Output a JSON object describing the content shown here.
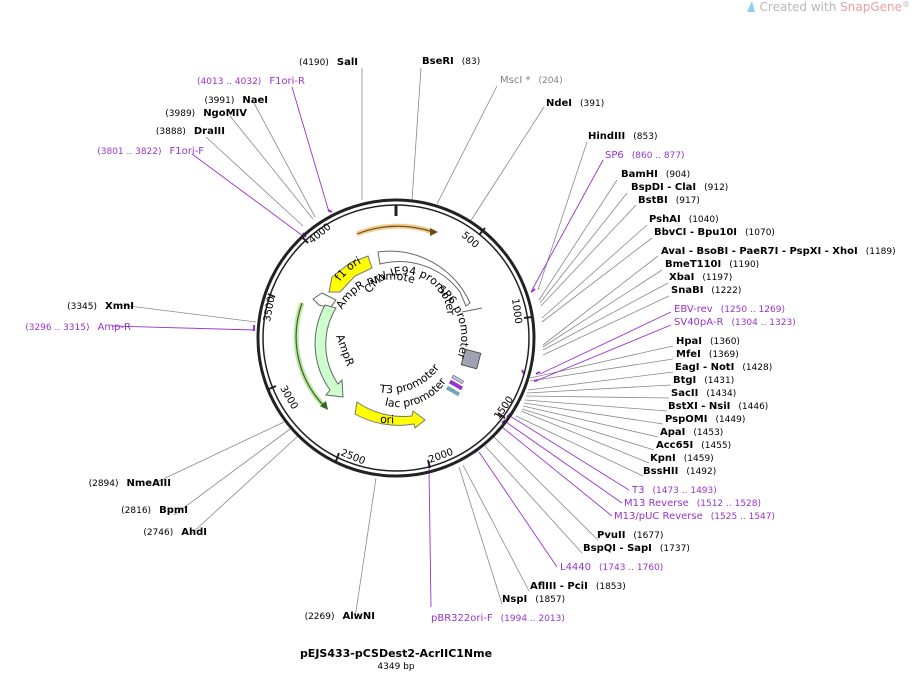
{
  "branding": {
    "prefix": "Created with ",
    "brand": "SnapGene",
    "mark": "®"
  },
  "plasmid": {
    "name": "pEJS433-pCSDest2-AcrIIC1Nme",
    "size_label": "4349 bp",
    "total_bp": 4349
  },
  "ring_ticks": [
    "500",
    "1000",
    "1500",
    "2000",
    "2500",
    "3000",
    "3500",
    "4000"
  ],
  "site_labels": [
    {
      "name": "SalI",
      "pos": "(4190)",
      "kind": "enzyme"
    },
    {
      "name": "BseRI",
      "pos": "(83)",
      "kind": "enzyme"
    },
    {
      "name": "MscI *",
      "pos": "(204)",
      "kind": "gray"
    },
    {
      "name": "NdeI",
      "pos": "(391)",
      "kind": "enzyme"
    },
    {
      "name": "HindIII",
      "pos": "(853)",
      "kind": "enzyme"
    },
    {
      "name": "SP6",
      "pos": "(860 .. 877)",
      "kind": "primer"
    },
    {
      "name": "BamHI",
      "pos": "(904)",
      "kind": "enzyme"
    },
    {
      "name": "BspDI  - ClaI",
      "pos": "(912)",
      "kind": "enzyme"
    },
    {
      "name": "BstBI",
      "pos": "(917)",
      "kind": "enzyme"
    },
    {
      "name": "PshAI",
      "pos": "(1040)",
      "kind": "enzyme"
    },
    {
      "name": "BbvCI  - Bpu10I",
      "pos": "(1070)",
      "kind": "enzyme"
    },
    {
      "name": "AvaI  - BsoBI  - PaeR7I  - PspXI  - XhoI",
      "pos": "(1189)",
      "kind": "enzyme"
    },
    {
      "name": "BmeT110I",
      "pos": "(1190)",
      "kind": "enzyme"
    },
    {
      "name": "XbaI",
      "pos": "(1197)",
      "kind": "enzyme"
    },
    {
      "name": "SnaBI",
      "pos": "(1222)",
      "kind": "enzyme"
    },
    {
      "name": "EBV-rev",
      "pos": "(1250 .. 1269)",
      "kind": "primer"
    },
    {
      "name": "SV40pA-R",
      "pos": "(1304 .. 1323)",
      "kind": "primer"
    },
    {
      "name": "HpaI",
      "pos": "(1360)",
      "kind": "enzyme"
    },
    {
      "name": "MfeI",
      "pos": "(1369)",
      "kind": "enzyme"
    },
    {
      "name": "EagI  - NotI",
      "pos": "(1428)",
      "kind": "enzyme"
    },
    {
      "name": "BtgI",
      "pos": "(1431)",
      "kind": "enzyme"
    },
    {
      "name": "SacII",
      "pos": "(1434)",
      "kind": "enzyme"
    },
    {
      "name": "BstXI  - NsiI",
      "pos": "(1446)",
      "kind": "enzyme"
    },
    {
      "name": "PspOMI",
      "pos": "(1449)",
      "kind": "enzyme"
    },
    {
      "name": "ApaI",
      "pos": "(1453)",
      "kind": "enzyme"
    },
    {
      "name": "Acc65I",
      "pos": "(1455)",
      "kind": "enzyme"
    },
    {
      "name": "KpnI",
      "pos": "(1459)",
      "kind": "enzyme"
    },
    {
      "name": "BssHII",
      "pos": "(1492)",
      "kind": "enzyme"
    },
    {
      "name": "T3",
      "pos": "(1473 .. 1493)",
      "kind": "primer"
    },
    {
      "name": "M13 Reverse",
      "pos": "(1512 .. 1528)",
      "kind": "primer"
    },
    {
      "name": "M13/pUC Reverse",
      "pos": "(1525 .. 1547)",
      "kind": "primer"
    },
    {
      "name": "PvuII",
      "pos": "(1677)",
      "kind": "enzyme"
    },
    {
      "name": "BspQI  - SapI",
      "pos": "(1737)",
      "kind": "enzyme"
    },
    {
      "name": "L4440",
      "pos": "(1743 .. 1760)",
      "kind": "primer"
    },
    {
      "name": "AflIII  - PciI",
      "pos": "(1853)",
      "kind": "enzyme"
    },
    {
      "name": "NspI",
      "pos": "(1857)",
      "kind": "enzyme"
    },
    {
      "name": "pBR322ori-F",
      "pos": "(1994 .. 2013)",
      "kind": "primer"
    },
    {
      "name": "AlwNI",
      "pos": "(2269)",
      "kind": "enzyme"
    },
    {
      "name": "AhdI",
      "pos": "(2746)",
      "kind": "enzyme"
    },
    {
      "name": "BpmI",
      "pos": "(2816)",
      "kind": "enzyme"
    },
    {
      "name": "NmeAIII",
      "pos": "(2894)",
      "kind": "enzyme"
    },
    {
      "name": "Amp-R",
      "pos": "(3296 .. 3315)",
      "kind": "primer"
    },
    {
      "name": "XmnI",
      "pos": "(3345)",
      "kind": "enzyme"
    },
    {
      "name": "F1ori-F",
      "pos": "(3801 .. 3822)",
      "kind": "primer"
    },
    {
      "name": "DraIII",
      "pos": "(3888)",
      "kind": "enzyme"
    },
    {
      "name": "NgoMIV",
      "pos": "(3989)",
      "kind": "enzyme"
    },
    {
      "name": "NaeI",
      "pos": "(3991)",
      "kind": "enzyme"
    },
    {
      "name": "F1ori-R",
      "pos": "(4013 .. 4032)",
      "kind": "primer"
    }
  ],
  "features": {
    "f1_ori": "f1 ori",
    "ampr_promoter": "AmpR promoter",
    "cmv_promoter": "CMV IE94 promoter",
    "sp6_promoter": "SP6 promoter",
    "ampr": "AmpR",
    "t3_promoter": "T3 promoter",
    "lac_promoter": "lac promoter",
    "ori": "ori"
  },
  "colors": {
    "enzyme": "#000000",
    "gray": "#808080",
    "primer": "#9933cc",
    "ring": "#222222",
    "leader": "#888888",
    "yellow_feature": "#ffff00",
    "ampr_fill": "#ccffcc",
    "promoter_fill": "#ffffff",
    "orange_arc": "#e8a030"
  }
}
